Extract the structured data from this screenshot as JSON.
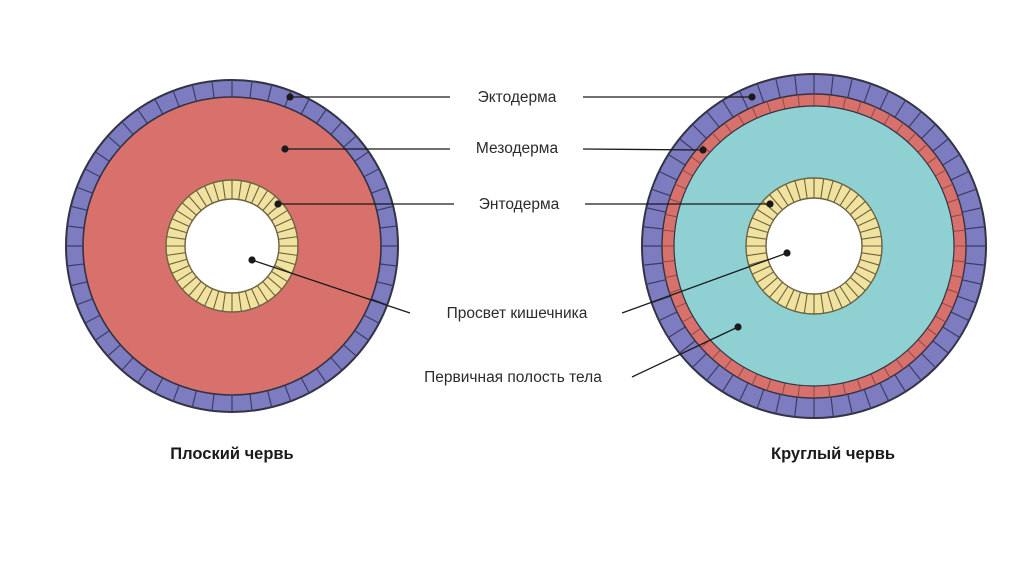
{
  "colors": {
    "ectoderm": "#7d7cc0",
    "ectoderm_line": "#3c3c66",
    "mesoderm": "#d8716c",
    "endoderm": "#f1e2a0",
    "endoderm_line": "#6b6340",
    "cavity": "#8fd1d3",
    "lumen": "#ffffff",
    "outline": "#333344"
  },
  "labels": {
    "ectoderm": "Эктодерма",
    "mesoderm": "Мезодерма",
    "endoderm": "Энтодерма",
    "lumen": "Просвет кишечника",
    "cavity": "Первичная полость тела"
  },
  "captions": {
    "flatworm": "Плоский червь",
    "roundworm": "Круглый червь"
  }
}
